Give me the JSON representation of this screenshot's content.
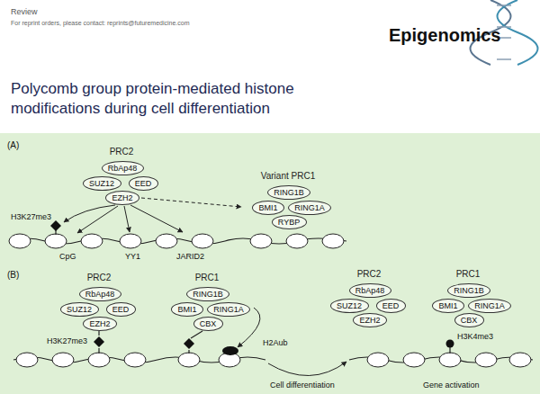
{
  "diagram": {
    "title": "Polycomb group protein-mediated histone modifications during cell differentiation",
    "nodes": [
      {
        "text": [
          "PRC2"
        ]
      },
      {
        "text": [
          "RbAp48"
        ],
        "in": 0
      },
      {
        "text": [
          "SUZ12"
        ],
        "in": 0
      },
      {
        "text": [
          "EED"
        ],
        "in": 0
      },
      {
        "text": [
          "EZH2"
        ],
        "in": 0
      },
      {
        "text": [
          "Variant PRC1"
        ]
      },
      {
        "text": [
          "RING1B"
        ],
        "in": 5
      },
      {
        "text": [
          "BMI1"
        ],
        "in": 5
      },
      {
        "text": [
          "RING1A"
        ],
        "in": 5
      },
      {
        "text": [
          "RYBP"
        ],
        "in": 5
      },
      {
        "text": [
          "PRC2"
        ]
      },
      {
        "text": [
          "RbAp48"
        ],
        "in": 10
      },
      {
        "text": [
          "SUZ12"
        ],
        "in": 10
      },
      {
        "text": [
          "EED"
        ],
        "in": 10
      },
      {
        "text": [
          "EZH2"
        ],
        "in": 10
      },
      {
        "text": [
          "PRC1"
        ]
      },
      {
        "text": [
          "RING1B"
        ],
        "in": 15
      },
      {
        "text": [
          "BMI1"
        ],
        "in": 15
      },
      {
        "text": [
          "RING1A"
        ],
        "in": 15
      },
      {
        "text": [
          "CBX"
        ],
        "in": 15
      },
      {
        "text": [
          "PRC2"
        ]
      },
      {
        "text": [
          "RbAp48"
        ],
        "in": 20
      },
      {
        "text": [
          "SUZ12"
        ],
        "in": 20
      },
      {
        "text": [
          "EED"
        ],
        "in": 20
      },
      {
        "text": [
          "EZH2"
        ],
        "in": 20
      },
      {
        "text": [
          "PRC1"
        ]
      },
      {
        "text": [
          "RING1B"
        ],
        "in": 25
      },
      {
        "text": [
          "BMI1"
        ],
        "in": 25
      },
      {
        "text": [
          "RING1A"
        ],
        "in": 25
      },
      {
        "text": [
          "CBX"
        ],
        "in": 25
      }
    ],
    "edges": [
      {
        "from": 4,
        "to": 5,
        "arrow": "to"
      }
    ],
    "labels": [
      "Review",
      "For reprint orders, please contact: reprints@futuremedicine.com",
      "Epigenomics",
      "(A)",
      "H3K27me3",
      "CpG",
      "YY1",
      "JARID2",
      "(B)",
      "H3K27me3",
      "H2Aub",
      "Cell differentiation",
      "H3K4me3",
      "Gene activation"
    ]
  }
}
